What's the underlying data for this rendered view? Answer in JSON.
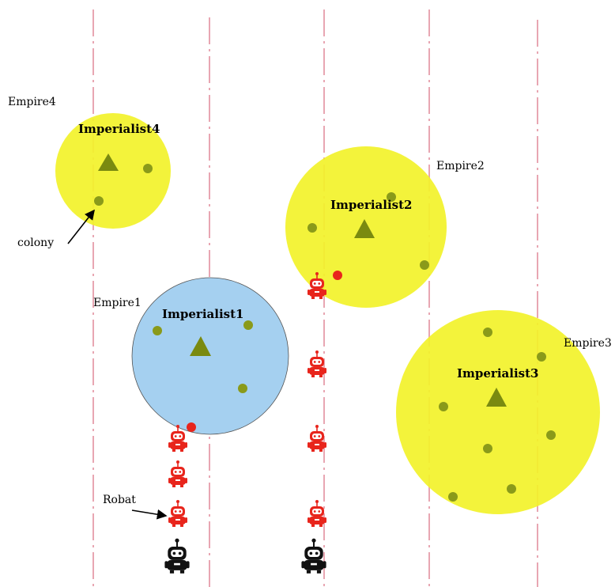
{
  "colors": {
    "empire_yellow": "#f2f22a",
    "empire_blue": "#a5d0f0",
    "imperialist_olive": "#7a8a10",
    "colony_olive": "#8a9a1a",
    "robot_red": "#e8251c",
    "robot_black": "#111111",
    "lane_pink": "#e8a6b2"
  },
  "labels": {
    "empire1": "Empire1",
    "empire2": "Empire2",
    "empire3": "Empire3",
    "empire4": "Empire4",
    "imperialist1": "Imperialist1",
    "imperialist2": "Imperialist2",
    "imperialist3": "Imperialist3",
    "imperialist4": "Imperialist4",
    "colony": "colony",
    "robot": "Robat"
  },
  "empires": [
    {
      "id": "empire4",
      "color": "empire_yellow",
      "colonies": 2
    },
    {
      "id": "empire2",
      "color": "empire_yellow",
      "colonies": 3
    },
    {
      "id": "empire1",
      "color": "empire_blue",
      "colonies": 3
    },
    {
      "id": "empire3",
      "color": "empire_yellow",
      "colonies": 7
    }
  ],
  "icons": {
    "imperialist": "triangle-icon",
    "colony": "dot-icon",
    "active_robot": "red-robot-icon",
    "idle_robot": "black-robot-icon",
    "target": "red-dot-icon"
  }
}
